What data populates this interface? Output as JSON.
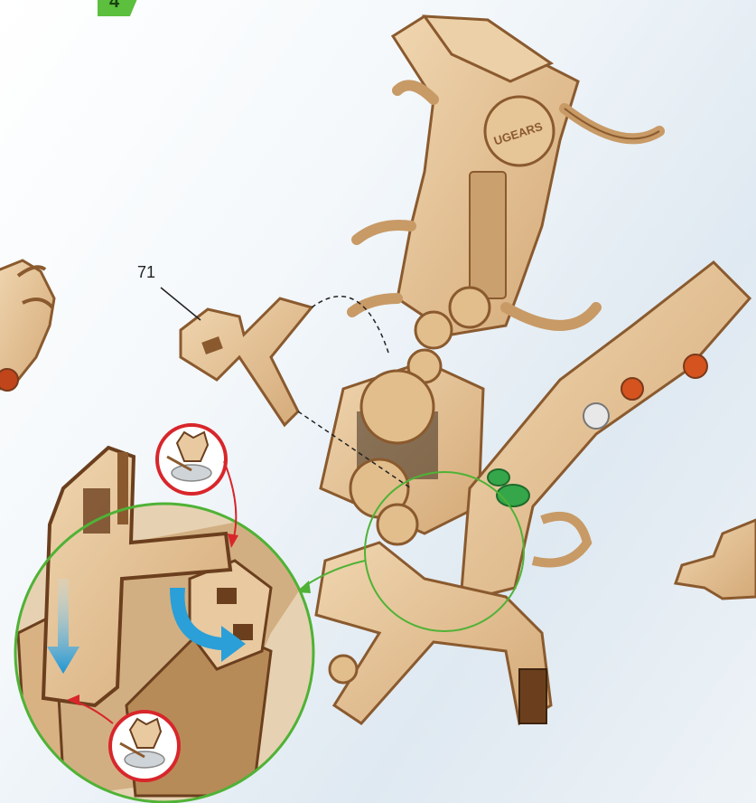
{
  "step": {
    "number": "4"
  },
  "callout": {
    "part_number": "71"
  },
  "brand": {
    "logo_text": "UGEARS"
  },
  "colors": {
    "step_badge": "#5cbf3d",
    "wood_light": "#e8c9a0",
    "wood_mid": "#d9b283",
    "wood_edge": "#8a5a2e",
    "callout_circle": "#4fb236",
    "glue_marker": "#d8262b",
    "arrow_blue": "#2a9fd8",
    "green_button": "#35a64a",
    "orange_button": "#d4531f"
  },
  "icons": [
    "glue-pot-icon",
    "insert-arrow-icon",
    "rotate-arrow-icon",
    "ugears-logo"
  ]
}
